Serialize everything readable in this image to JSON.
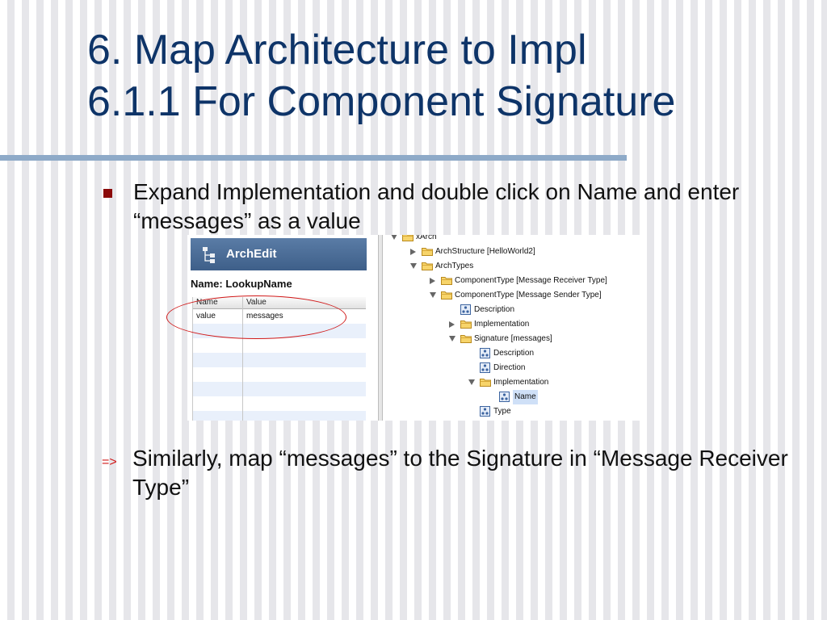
{
  "title": {
    "line1": "6. Map Architecture to Impl",
    "line2": "6.1.1 For Component Signature"
  },
  "bullet": {
    "text": "Expand Implementation and double click on Name and enter “messages” as a value"
  },
  "screenshot": {
    "panel_title": "ArchEdit",
    "name_label": "Name: LookupName",
    "table": {
      "headers": [
        "Name",
        "Value"
      ],
      "rows": [
        [
          "value",
          "messages"
        ]
      ]
    },
    "tree": [
      {
        "label": "xArch",
        "kind": "folder",
        "expander": "down"
      },
      {
        "label": "ArchStructure [HelloWorld2]",
        "kind": "folder",
        "expander": "right"
      },
      {
        "label": "ArchTypes",
        "kind": "folder",
        "expander": "down"
      },
      {
        "label": "ComponentType [Message Receiver Type]",
        "kind": "folder",
        "expander": "right"
      },
      {
        "label": "ComponentType [Message Sender Type]",
        "kind": "folder",
        "expander": "down"
      },
      {
        "label": "Description",
        "kind": "node",
        "expander": "none"
      },
      {
        "label": "Implementation",
        "kind": "folder",
        "expander": "right"
      },
      {
        "label": "Signature [messages]",
        "kind": "folder",
        "expander": "down"
      },
      {
        "label": "Description",
        "kind": "node",
        "expander": "none"
      },
      {
        "label": "Direction",
        "kind": "node",
        "expander": "none"
      },
      {
        "label": "Implementation",
        "kind": "folder",
        "expander": "down"
      },
      {
        "label": "Name",
        "kind": "node",
        "expander": "none",
        "selected": true
      },
      {
        "label": "Type",
        "kind": "node",
        "expander": "none"
      }
    ]
  },
  "arrow_bullet": {
    "marker": "=>",
    "text": "Similarly, map “messages” to the  Signature in “Message Receiver Type”"
  },
  "colors": {
    "title": "#0e3468",
    "rule": "#8eaac8",
    "bullet": "#8b0a0a",
    "highlight": "#d01818"
  }
}
